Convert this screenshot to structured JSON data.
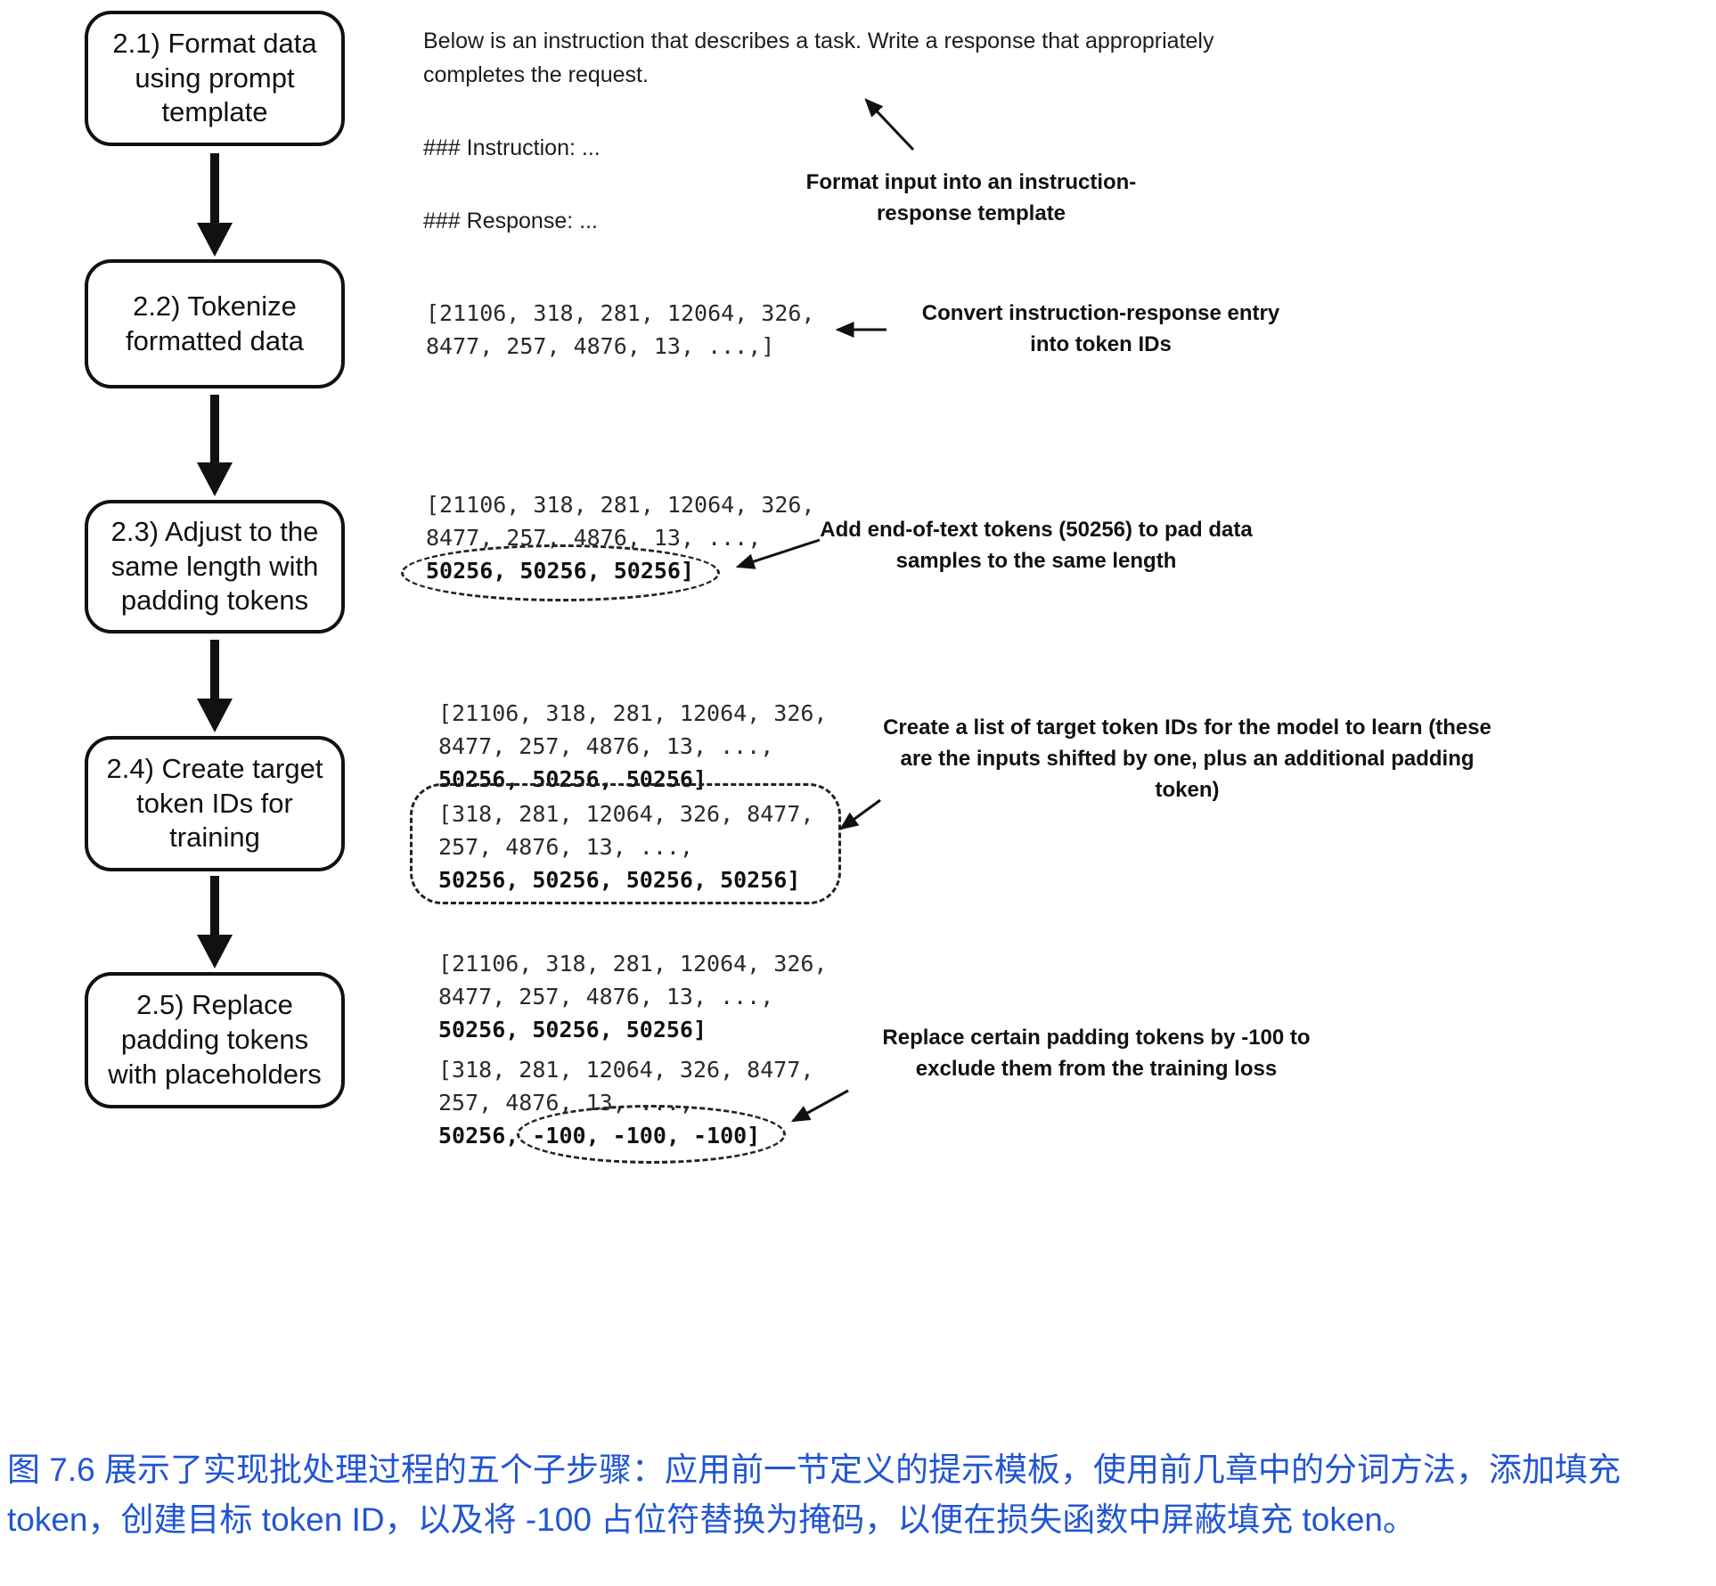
{
  "figure": {
    "caption": "图 7.6 展示了实现批处理过程的五个子步骤：应用前一节定义的提示模板，使用前几章中的分词方法，添加填充 token，创建目标 token ID，以及将 -100 占位符替换为掩码，以便在损失函数中屏蔽填充 token。",
    "caption_color": "#2156d3",
    "line_color": "#111111"
  },
  "steps": [
    {
      "label": "2.1) Format data using prompt template"
    },
    {
      "label": "2.2) Tokenize formatted data"
    },
    {
      "label": "2.3) Adjust to the same length with padding tokens"
    },
    {
      "label": "2.4) Create target token IDs for training"
    },
    {
      "label": "2.5) Replace padding tokens with placeholders"
    }
  ],
  "samples": {
    "prompt_text": "Below is an instruction that describes a task. Write a response that appropriately completes the request.",
    "instruction_line": "### Instruction: ...",
    "response_line": "### Response: ...",
    "tokens_22": [
      "[21106, 318, 281, 12064, 326,",
      "8477, 257, 4876, 13, ...,]"
    ],
    "tokens_23": [
      "[21106, 318, 281, 12064, 326,",
      "8477, 257, 4876, 13, ...,",
      "50256, 50256, 50256]"
    ],
    "tokens_24_inputs": [
      "[21106, 318, 281, 12064, 326,",
      "8477, 257, 4876, 13, ...,",
      "50256, 50256, 50256]"
    ],
    "tokens_24_targets": [
      "[318, 281, 12064, 326, 8477,",
      "257, 4876, 13, ...,",
      "50256, 50256, 50256, 50256]"
    ],
    "tokens_25_inputs": [
      "[21106, 318, 281, 12064, 326,",
      "8477, 257, 4876, 13, ...,",
      "50256, 50256, 50256]"
    ],
    "tokens_25_targets": [
      "[318, 281, 12064, 326, 8477,",
      "257, 4876, 13, ...,"
    ],
    "tokens_25_last_prefix": "50256, ",
    "tokens_25_last_masked": "-100, -100, -100]"
  },
  "annotations": [
    {
      "text": "Format input into an instruction-response template"
    },
    {
      "text": "Convert instruction-response entry into token IDs"
    },
    {
      "text": "Add end-of-text tokens (50256) to pad data samples to the same length"
    },
    {
      "text": "Create a list of target token IDs for the model to learn (these are the inputs shifted by one, plus an additional padding token)"
    },
    {
      "text": "Replace certain padding tokens by -100 to exclude them from the training loss"
    }
  ]
}
